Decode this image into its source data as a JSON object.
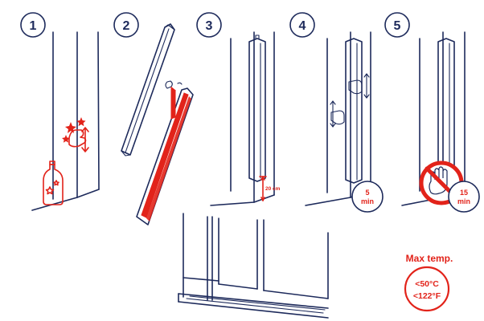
{
  "steps": [
    {
      "number": "1"
    },
    {
      "number": "2"
    },
    {
      "number": "3",
      "measurement": "20 cm"
    },
    {
      "number": "4",
      "timer_value": "5",
      "timer_unit": "min"
    },
    {
      "number": "5",
      "timer_value": "15",
      "timer_unit": "min"
    }
  ],
  "max_temp": {
    "label": "Max temp.",
    "celsius": "<50°C",
    "fahrenheit": "<122°F"
  },
  "colors": {
    "line": "#1d2a5b",
    "accent": "#e2231a"
  }
}
